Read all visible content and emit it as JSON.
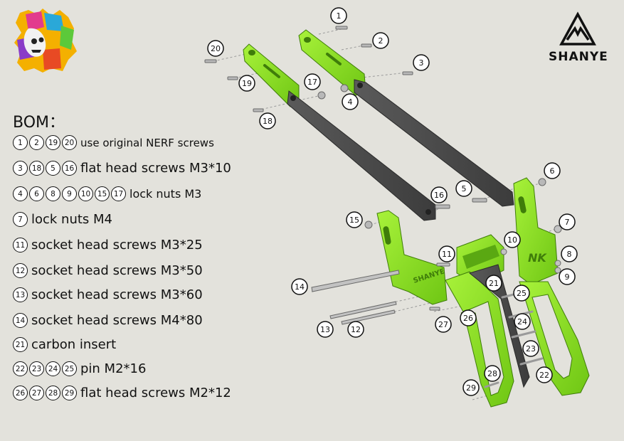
{
  "bom": {
    "title": "BOM：",
    "rows": [
      {
        "nums": [
          "1",
          "2",
          "19",
          "20"
        ],
        "text": "use original NERF screws"
      },
      {
        "nums": [
          "3",
          "18",
          "5",
          "16"
        ],
        "text": "flat head screws M3*10"
      },
      {
        "nums": [
          "4",
          "6",
          "8",
          "9",
          "10",
          "15",
          "17"
        ],
        "text": "lock nuts M3"
      },
      {
        "nums": [
          "7"
        ],
        "text": "lock nuts M4"
      },
      {
        "nums": [
          "11"
        ],
        "text": "socket head screws M3*25"
      },
      {
        "nums": [
          "12"
        ],
        "text": "socket head screws M3*50"
      },
      {
        "nums": [
          "13"
        ],
        "text": "socket head screws M3*60"
      },
      {
        "nums": [
          "14"
        ],
        "text": "socket head screws M4*80"
      },
      {
        "nums": [
          "21"
        ],
        "text": "carbon insert"
      },
      {
        "nums": [
          "22",
          "23",
          "24",
          "25"
        ],
        "text": "pin M2*16"
      },
      {
        "nums": [
          "26",
          "27",
          "28",
          "29"
        ],
        "text": "flat head screws M2*12"
      }
    ]
  },
  "brand": {
    "name": "SHANYE",
    "logo_icon": "triangle-mountain-logo"
  },
  "callouts": [
    "1",
    "2",
    "3",
    "4",
    "5",
    "6",
    "7",
    "8",
    "9",
    "10",
    "11",
    "12",
    "13",
    "14",
    "15",
    "16",
    "17",
    "18",
    "19",
    "20",
    "21",
    "22",
    "23",
    "24",
    "25",
    "26",
    "27",
    "28",
    "29"
  ],
  "parts": {
    "embossed_text": "SHANYE",
    "embossed_mark": "NK"
  },
  "colors": {
    "background": "#e3e2dc",
    "printed_part": "#8be01c",
    "carbon_part": "#4a4a4a",
    "hardware": "#b8b8b8"
  }
}
